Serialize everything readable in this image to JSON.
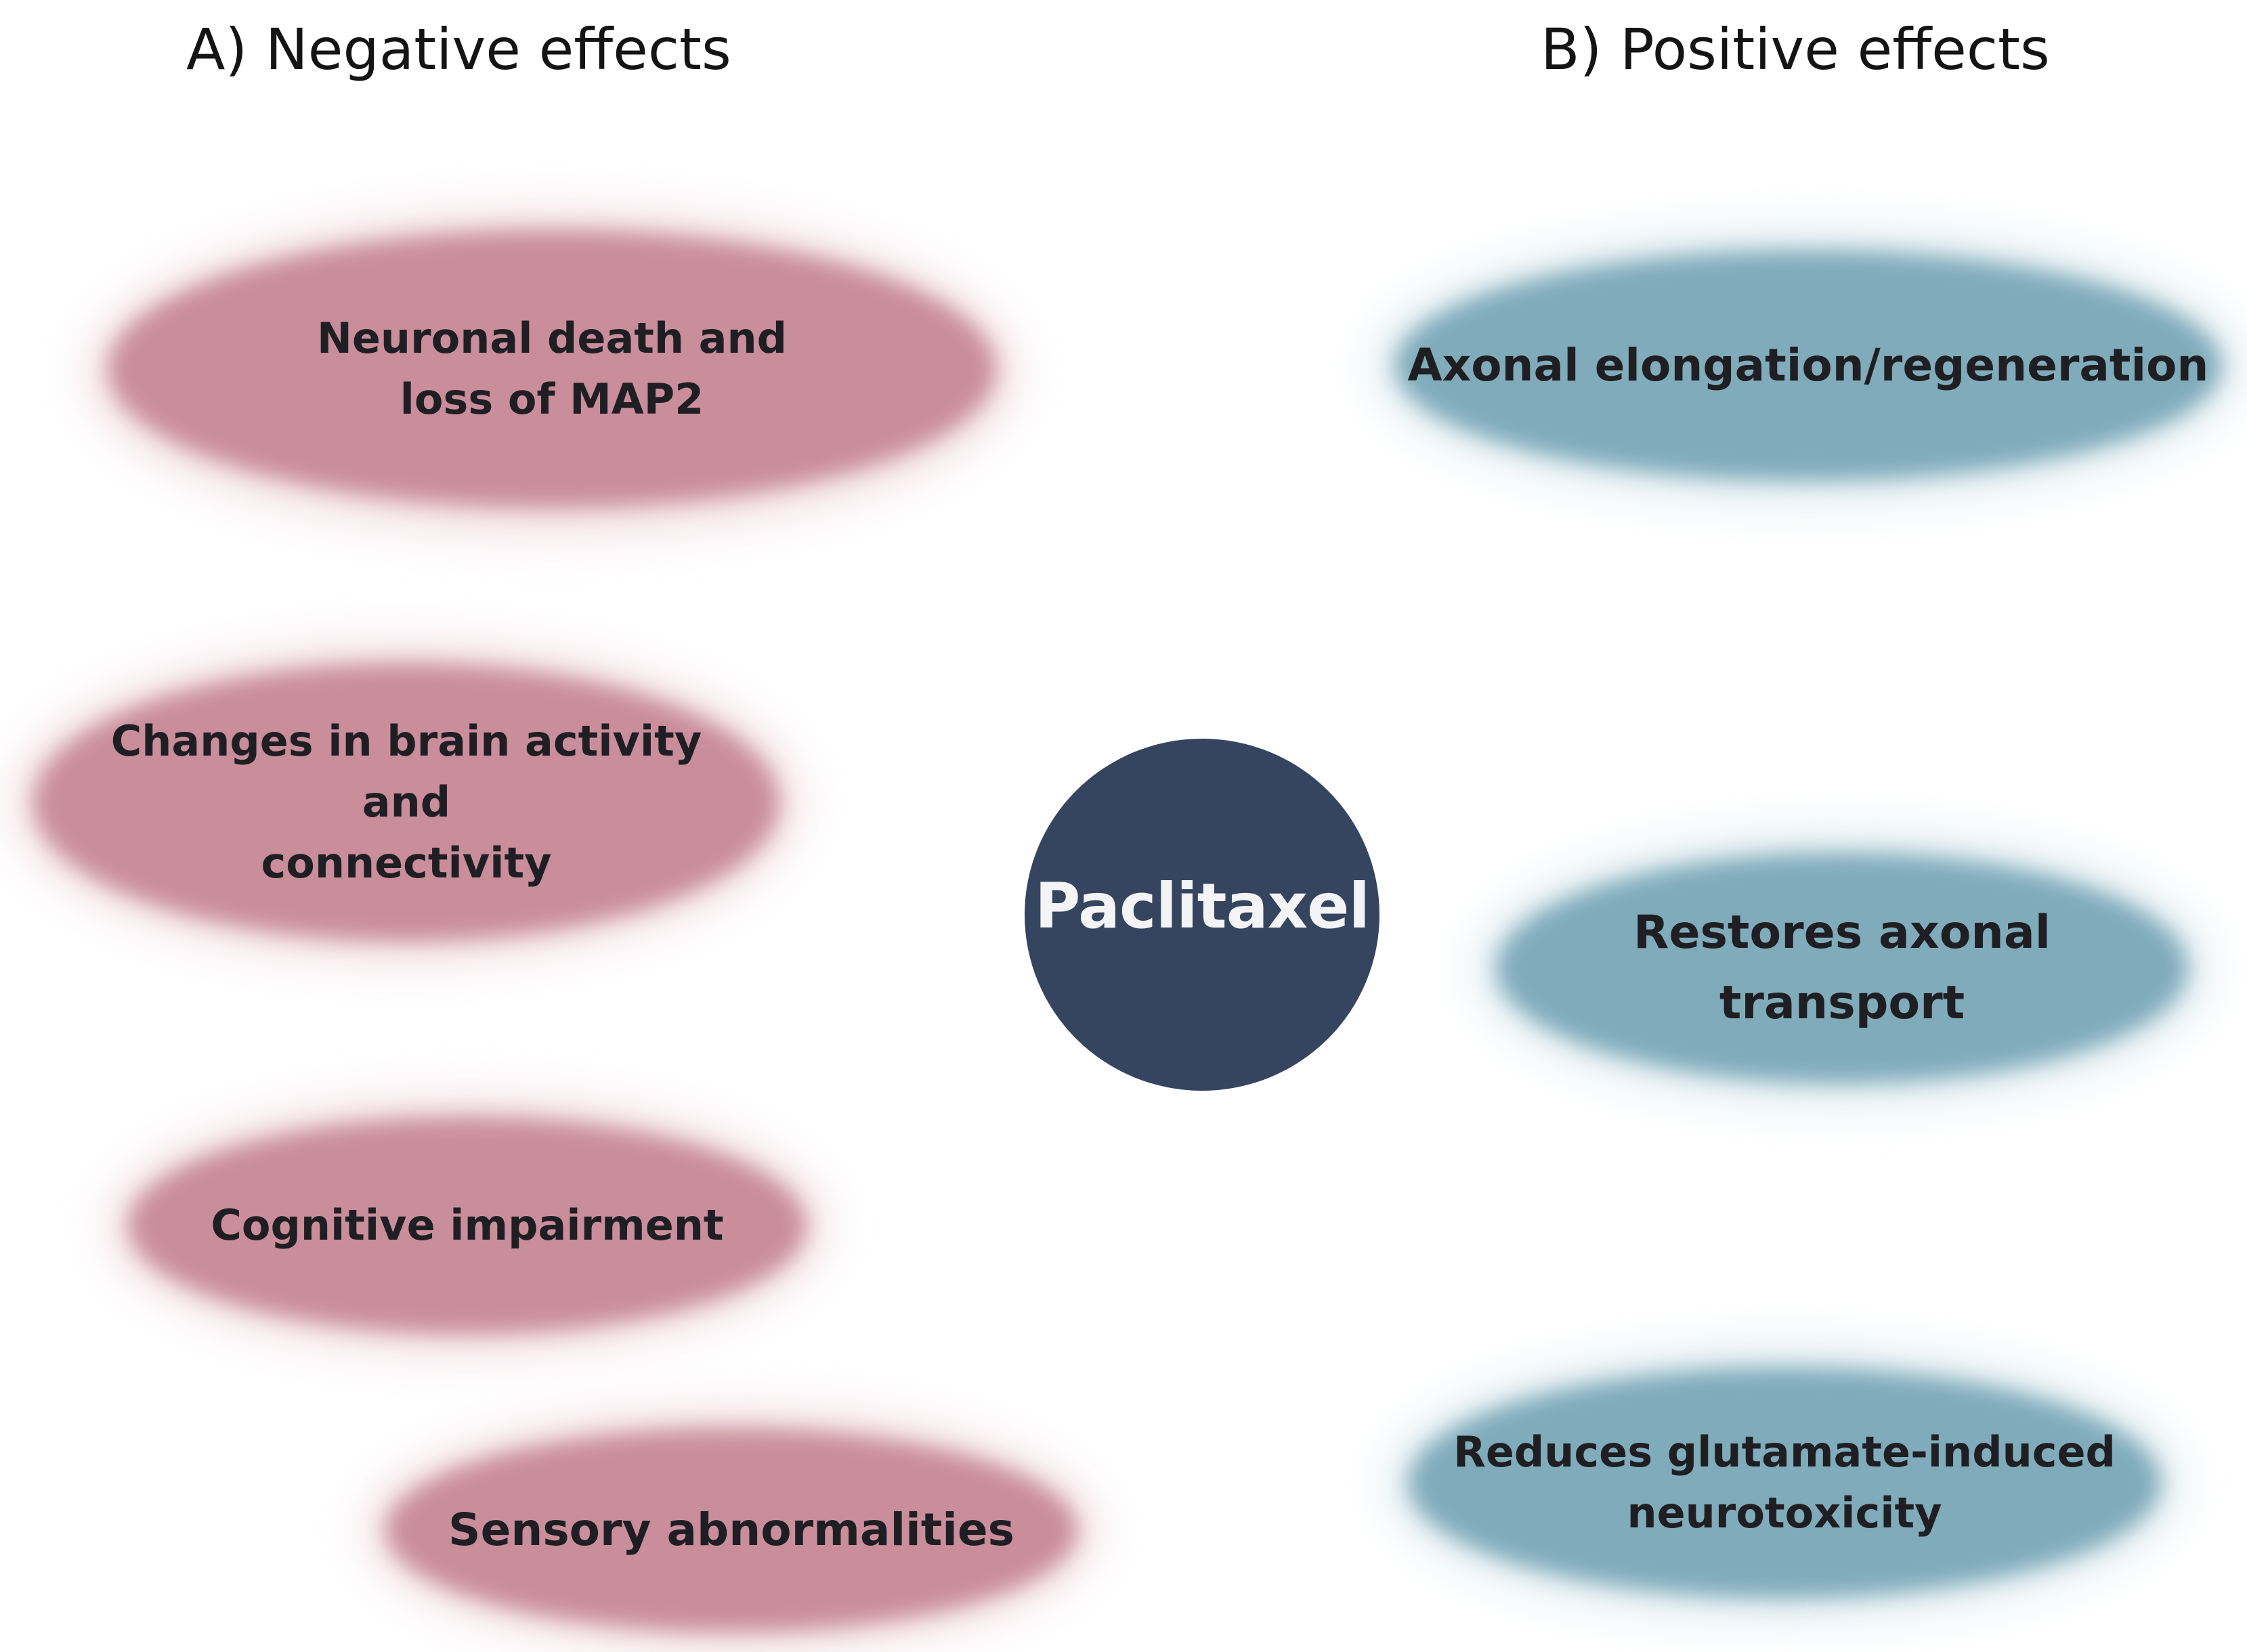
{
  "colors": {
    "negative": "#c98d9b",
    "negative_soft": "#e8c5cd",
    "positive": "#7fabbb",
    "positive_soft": "#c4dbe3",
    "center": "#35445f"
  },
  "headings": {
    "negative": "A) Negative effects",
    "positive": "B) Positive effects"
  },
  "center": {
    "label": "Paclitaxel"
  },
  "negative_effects": [
    {
      "label": "Neuronal death and\nloss of MAP2"
    },
    {
      "label": "Changes in brain activity\nand\nconnectivity"
    },
    {
      "label": "Cognitive impairment"
    },
    {
      "label": "Sensory abnormalities"
    }
  ],
  "positive_effects": [
    {
      "label": "Axonal elongation/regeneration"
    },
    {
      "label": "Restores axonal\ntransport"
    },
    {
      "label": "Reduces glutamate-induced\nneurotoxicity"
    }
  ]
}
